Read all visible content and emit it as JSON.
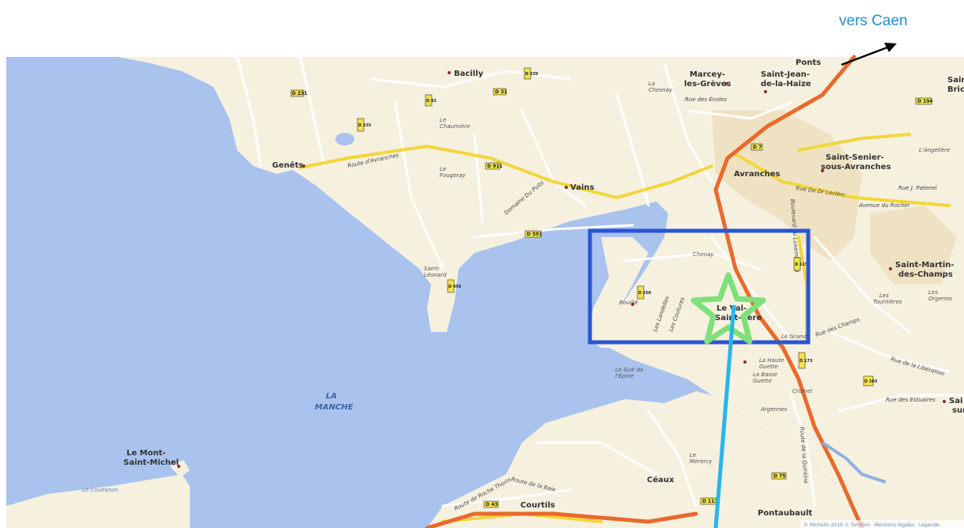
{
  "annotations": {
    "direction_label": "vers Caen",
    "colors": {
      "annotation_text": "#1f8fd0",
      "highlight_box": "#2a56d4",
      "star": "#7ee07a",
      "pointer_line": "#27b6ea",
      "arrow": "#000000"
    }
  },
  "map": {
    "colors": {
      "sea": "#a9c3ee",
      "land": "#f6f0df",
      "urban": "#efe2c2",
      "motorway": "#e86a2c",
      "main_road": "#f2d63a",
      "minor_road": "#ffffff",
      "river": "#8fb0e6"
    },
    "sea_label": "LA\nMANCHE",
    "places": [
      {
        "id": "bacilly",
        "label": "Bacilly",
        "style": "bold"
      },
      {
        "id": "marcey",
        "label": "Marcey-\nles-Grèves",
        "style": "bold"
      },
      {
        "id": "saint-jean",
        "label": "Saint-Jean-\nde-la-Haize",
        "style": "bold"
      },
      {
        "id": "ponts",
        "label": "Ponts",
        "style": "bold"
      },
      {
        "id": "genets",
        "label": "Genêts",
        "style": "bold"
      },
      {
        "id": "vains",
        "label": "Vains",
        "style": "bold"
      },
      {
        "id": "avranches",
        "label": "Avranches",
        "style": "bold"
      },
      {
        "id": "saint-senier",
        "label": "Saint-Senier-\nsous-Avranches",
        "style": "bold"
      },
      {
        "id": "saint-martin",
        "label": "Saint-Martin-\ndes-Champs",
        "style": "bold"
      },
      {
        "id": "le-val",
        "label": "Le Val-\nSaint-Père",
        "style": "bold"
      },
      {
        "id": "mont-saint-michel",
        "label": "Le Mont-\nSaint-Michel",
        "style": "bold"
      },
      {
        "id": "ceaux",
        "label": "Céaux",
        "style": "bold"
      },
      {
        "id": "pontaubault",
        "label": "Pontaubault",
        "style": "bold"
      },
      {
        "id": "courtils",
        "label": "Courtils",
        "style": "bold"
      },
      {
        "id": "saint-brice",
        "label": "Saint-\nBric",
        "style": "bold"
      },
      {
        "id": "saint-edge",
        "label": "Sai\nsur",
        "style": "bold"
      },
      {
        "id": "chenay",
        "label": "Chenay",
        "style": "small"
      },
      {
        "id": "bouillé",
        "label": "Bouillé",
        "style": "small"
      },
      {
        "id": "saint-leonard",
        "label": "Saint-\nLéonard",
        "style": "small"
      },
      {
        "id": "le-gue",
        "label": "Le Gué de\nl'Épine",
        "style": "small"
      },
      {
        "id": "chasnay",
        "label": "La\nChesnay",
        "style": "small"
      },
      {
        "id": "chaumiere",
        "label": "Le\nChaumière",
        "style": "small"
      },
      {
        "id": "fougeray",
        "label": "Le\nFougeray",
        "style": "small"
      },
      {
        "id": "haute-guette",
        "label": "La Haute\nGuette",
        "style": "small"
      },
      {
        "id": "basse-guette",
        "label": "La Basse\nGuette",
        "style": "small"
      },
      {
        "id": "argennes",
        "label": "Argennes",
        "style": "small"
      },
      {
        "id": "cromel",
        "label": "Cromel",
        "style": "small"
      },
      {
        "id": "merercy",
        "label": "Le\nMérercy",
        "style": "small"
      },
      {
        "id": "le-grand",
        "label": "Le Grand",
        "style": "small"
      },
      {
        "id": "angeliere",
        "label": "L'Angelière",
        "style": "small"
      },
      {
        "id": "tournieres",
        "label": "Les\nTournières",
        "style": "small"
      },
      {
        "id": "orgeries",
        "label": "Les\nOrgeries",
        "style": "small"
      },
      {
        "id": "couesnon",
        "label": "Le Couesnon",
        "style": "river"
      }
    ],
    "streets": [
      "Route d'Avranches",
      "Rue des Écoles",
      "Rue De Dr Leclerc",
      "Avenue du Rocher",
      "Rue J. Patenel",
      "Route de la Baie",
      "Rue des Estuaires",
      "Rue de la Libération",
      "Route de la Quintine",
      "Rue des Champs",
      "Boulevard du Luxembourg",
      "Route de Roche Thorin",
      "Domaine Du Puits",
      "Les Landelles",
      "Les Coutures"
    ],
    "road_shields": [
      "D 31",
      "D 41",
      "D 231",
      "D 335",
      "D 911",
      "D 339",
      "D 591",
      "D 556",
      "D 456",
      "D 7",
      "D 43",
      "D 113",
      "D 173",
      "D 194",
      "D 103",
      "D 75",
      "D 115"
    ],
    "footer_credit": "© Michelin 2019 © TomTom · Mentions légales · Légende"
  }
}
